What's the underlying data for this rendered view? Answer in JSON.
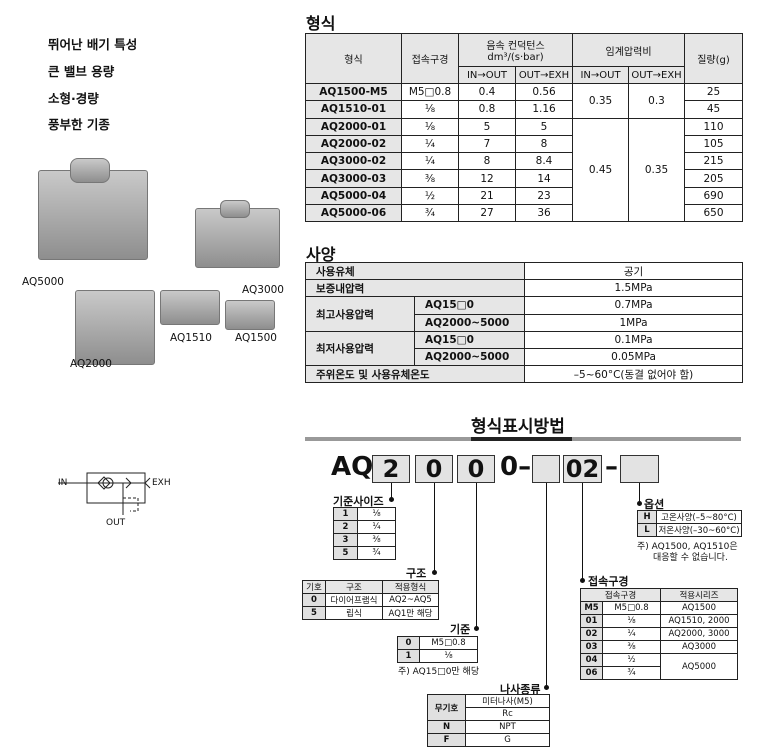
{
  "features": [
    "뛰어난 배기 특성",
    "큰 밸브 용량",
    "소형·경량",
    "풍부한 기종"
  ],
  "photo_labels": [
    "AQ5000",
    "AQ3000",
    "AQ1510",
    "AQ1500",
    "AQ2000"
  ],
  "model_table": {
    "title": "형식",
    "headers": {
      "model": "형식",
      "port": "접속구경",
      "conductance": "음속 컨덕턴스",
      "conductance_unit": "dm³/(s·bar)",
      "critical": "임계압력비",
      "mass": "질량(g)",
      "in_out": "IN→OUT",
      "out_exh": "OUT→EXH"
    },
    "rows": [
      {
        "model": "AQ1500-M5",
        "port": "M5□0.8",
        "c_in": "0.4",
        "c_out": "0.56",
        "mass": "25"
      },
      {
        "model": "AQ1510-01",
        "port": "⅛",
        "c_in": "0.8",
        "c_out": "1.16",
        "mass": "45"
      },
      {
        "model": "AQ2000-01",
        "port": "⅛",
        "c_in": "5",
        "c_out": "5",
        "mass": "110"
      },
      {
        "model": "AQ2000-02",
        "port": "¼",
        "c_in": "7",
        "c_out": "8",
        "mass": "105"
      },
      {
        "model": "AQ3000-02",
        "port": "¼",
        "c_in": "8",
        "c_out": "8.4",
        "mass": "215"
      },
      {
        "model": "AQ3000-03",
        "port": "⅜",
        "c_in": "12",
        "c_out": "14",
        "mass": "205"
      },
      {
        "model": "AQ5000-04",
        "port": "½",
        "c_in": "21",
        "c_out": "23",
        "mass": "690"
      },
      {
        "model": "AQ5000-06",
        "port": "¾",
        "c_in": "27",
        "c_out": "36",
        "mass": "650"
      }
    ],
    "critical_groups": [
      {
        "in": "0.35",
        "out": "0.3"
      },
      {
        "in": "0.45",
        "out": "0.35"
      }
    ]
  },
  "spec_table": {
    "title": "사양",
    "fluid": {
      "label": "사용유체",
      "value": "공기"
    },
    "proof": {
      "label": "보증내압력",
      "value": "1.5MPa"
    },
    "max": {
      "label": "최고사용압력",
      "a": "AQ15□0",
      "a_val": "0.7MPa",
      "b": "AQ2000~5000",
      "b_val": "1MPa"
    },
    "min": {
      "label": "최저사용압력",
      "a": "AQ15□0",
      "a_val": "0.1MPa",
      "b": "AQ2000~5000",
      "b_val": "0.05MPa"
    },
    "temp": {
      "label": "주위온도 및 사용유체온도",
      "value": "–5~60°C(동결 없어야 함)"
    }
  },
  "ordering": {
    "title": "형식표시방법",
    "code": {
      "prefix": "AQ",
      "d1": "2",
      "d2": "0",
      "d3": "0",
      "d4": "0–",
      "d5": "02",
      "dash": "–"
    },
    "size": {
      "label": "기준사이즈",
      "rows": [
        [
          "1",
          "⅛"
        ],
        [
          "2",
          "¼"
        ],
        [
          "3",
          "⅜"
        ],
        [
          "5",
          "¾"
        ]
      ]
    },
    "structure": {
      "label": "구조",
      "headers": [
        "기호",
        "구조",
        "적용형식"
      ],
      "rows": [
        [
          "0",
          "다이어프램식",
          "AQ2~AQ5"
        ],
        [
          "5",
          "립식",
          "AQ1만 해당"
        ]
      ]
    },
    "base": {
      "label": "기준",
      "rows": [
        [
          "0",
          "M5□0.8"
        ],
        [
          "1",
          "⅛"
        ]
      ],
      "note": "주) AQ15□0만 해당"
    },
    "thread": {
      "label": "나사종류",
      "rows": [
        [
          "무기호",
          "미터나사(M5)"
        ],
        [
          "",
          "Rc"
        ],
        [
          "N",
          "NPT"
        ],
        [
          "F",
          "G"
        ]
      ]
    },
    "port": {
      "label": "접속구경",
      "headers": [
        "접속구경",
        "적용시리즈"
      ],
      "rows": [
        [
          "M5",
          "M5□0.8",
          "AQ1500"
        ],
        [
          "01",
          "⅛",
          "AQ1510, 2000"
        ],
        [
          "02",
          "¼",
          "AQ2000, 3000"
        ],
        [
          "03",
          "⅜",
          "AQ3000"
        ],
        [
          "04",
          "½",
          "AQ5000"
        ],
        [
          "06",
          "¾",
          ""
        ]
      ]
    },
    "option": {
      "label": "옵션",
      "rows": [
        [
          "H",
          "고온사양(–5~80°C)"
        ],
        [
          "L",
          "저온사양(–30~60°C)"
        ]
      ],
      "note1": "주) AQ1500, AQ1510은",
      "note2": "대응할 수 없습니다."
    }
  },
  "symbol": {
    "in": "IN",
    "out": "OUT",
    "exh": "EXH"
  }
}
